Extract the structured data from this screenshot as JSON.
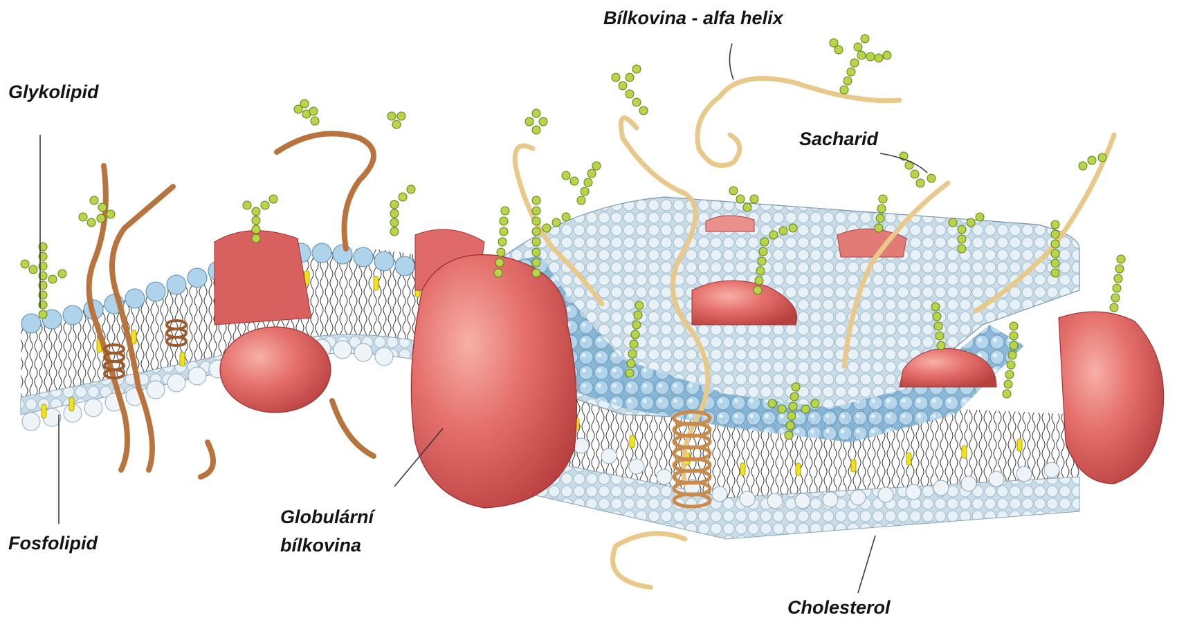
{
  "labels": {
    "alpha_helix_protein": "Bílkovina - alfa helix",
    "glycolipid": "Glykolipid",
    "saccharide": "Sacharid",
    "phospholipid": "Fosfolipid",
    "globular_protein_line1": "Globulární",
    "globular_protein_line2": "bílkovina",
    "cholesterol": "Cholesterol"
  },
  "colors": {
    "head_upper": "#a9cfe6",
    "head_lower": "#f1f4f6",
    "tail": "#333333",
    "cholesterol": "#f2e21a",
    "protein": "#e06a6a",
    "protein_dark": "#b83c3c",
    "fiber": "#d9a36a",
    "sugar": "#b8d54a"
  }
}
